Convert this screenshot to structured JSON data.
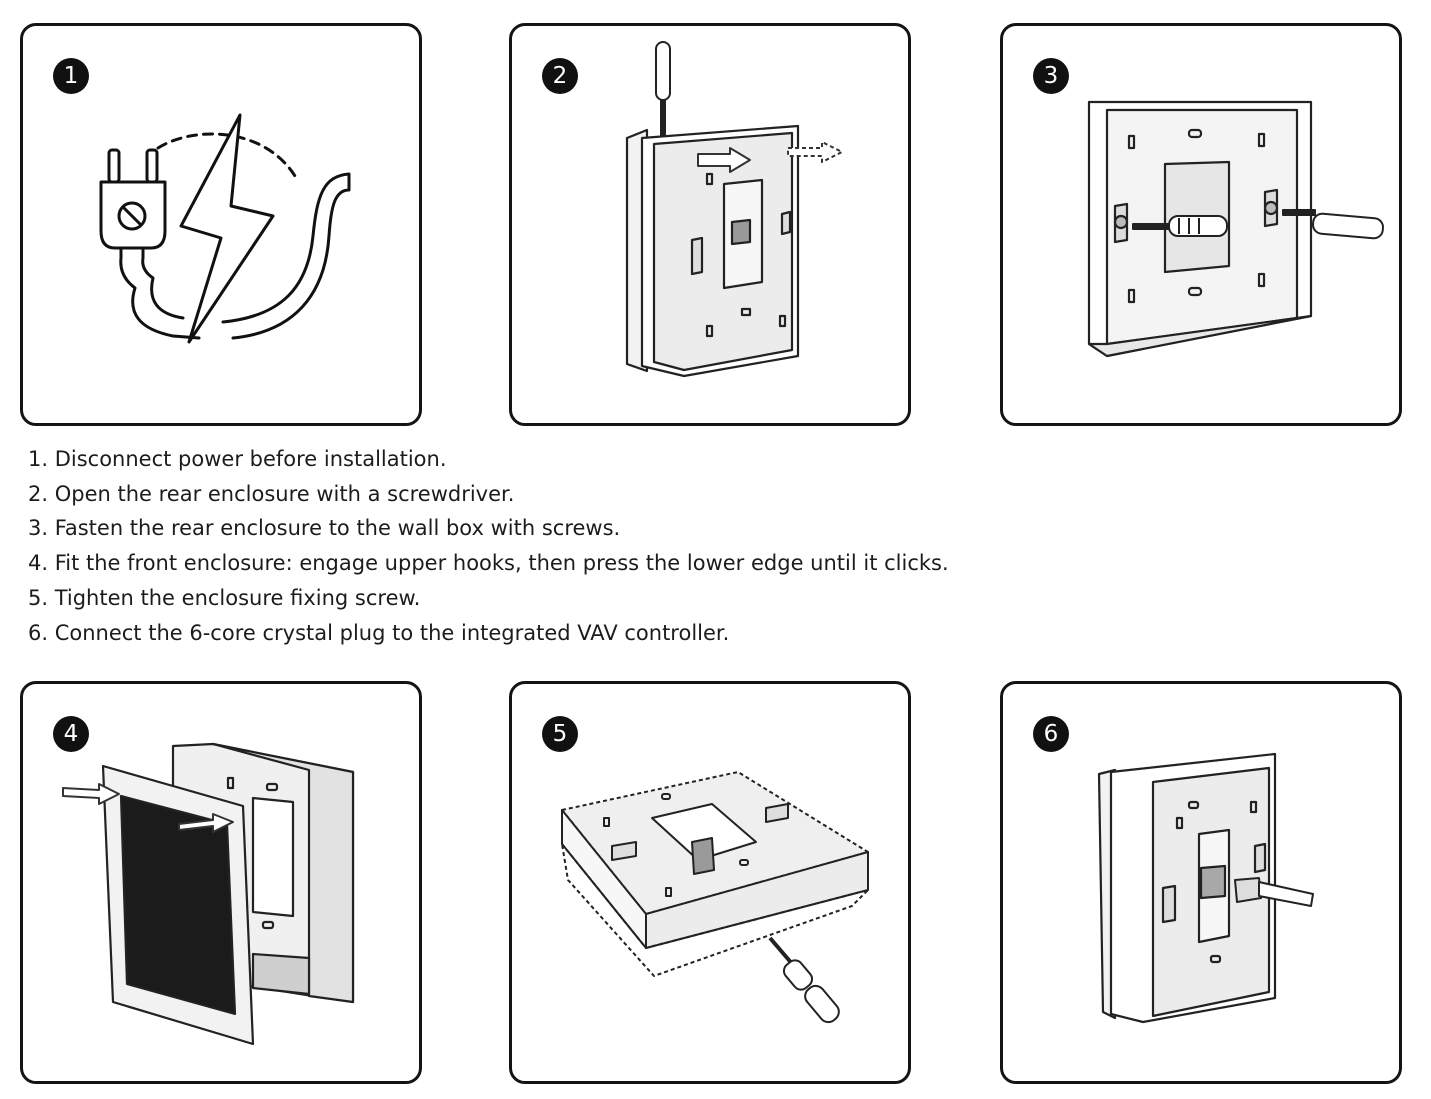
{
  "panels": [
    {
      "number": "1",
      "illustration": "power-plug-lightning-icon"
    },
    {
      "number": "2",
      "illustration": "screwdriver-open-rear-enclosure"
    },
    {
      "number": "3",
      "illustration": "screw-rear-enclosure-to-wall-box"
    },
    {
      "number": "4",
      "illustration": "fit-front-enclosure"
    },
    {
      "number": "5",
      "illustration": "tighten-fixing-screw"
    },
    {
      "number": "6",
      "illustration": "connect-crystal-plug"
    }
  ],
  "steps": [
    "1. Disconnect power before installation.",
    "2. Open the rear enclosure with a screwdriver.",
    "3. Fasten the rear enclosure to the wall box with screws.",
    "4. Fit the front enclosure: engage upper hooks, then press the lower edge until it clicks.",
    "5. Tighten the enclosure fixing screw.",
    "6. Connect the 6-core crystal plug to the integrated VAV controller."
  ],
  "colors": {
    "border": "#141414",
    "badge": "#111111",
    "screen": "#1b1b1b",
    "housing": "#e6e6e6"
  }
}
